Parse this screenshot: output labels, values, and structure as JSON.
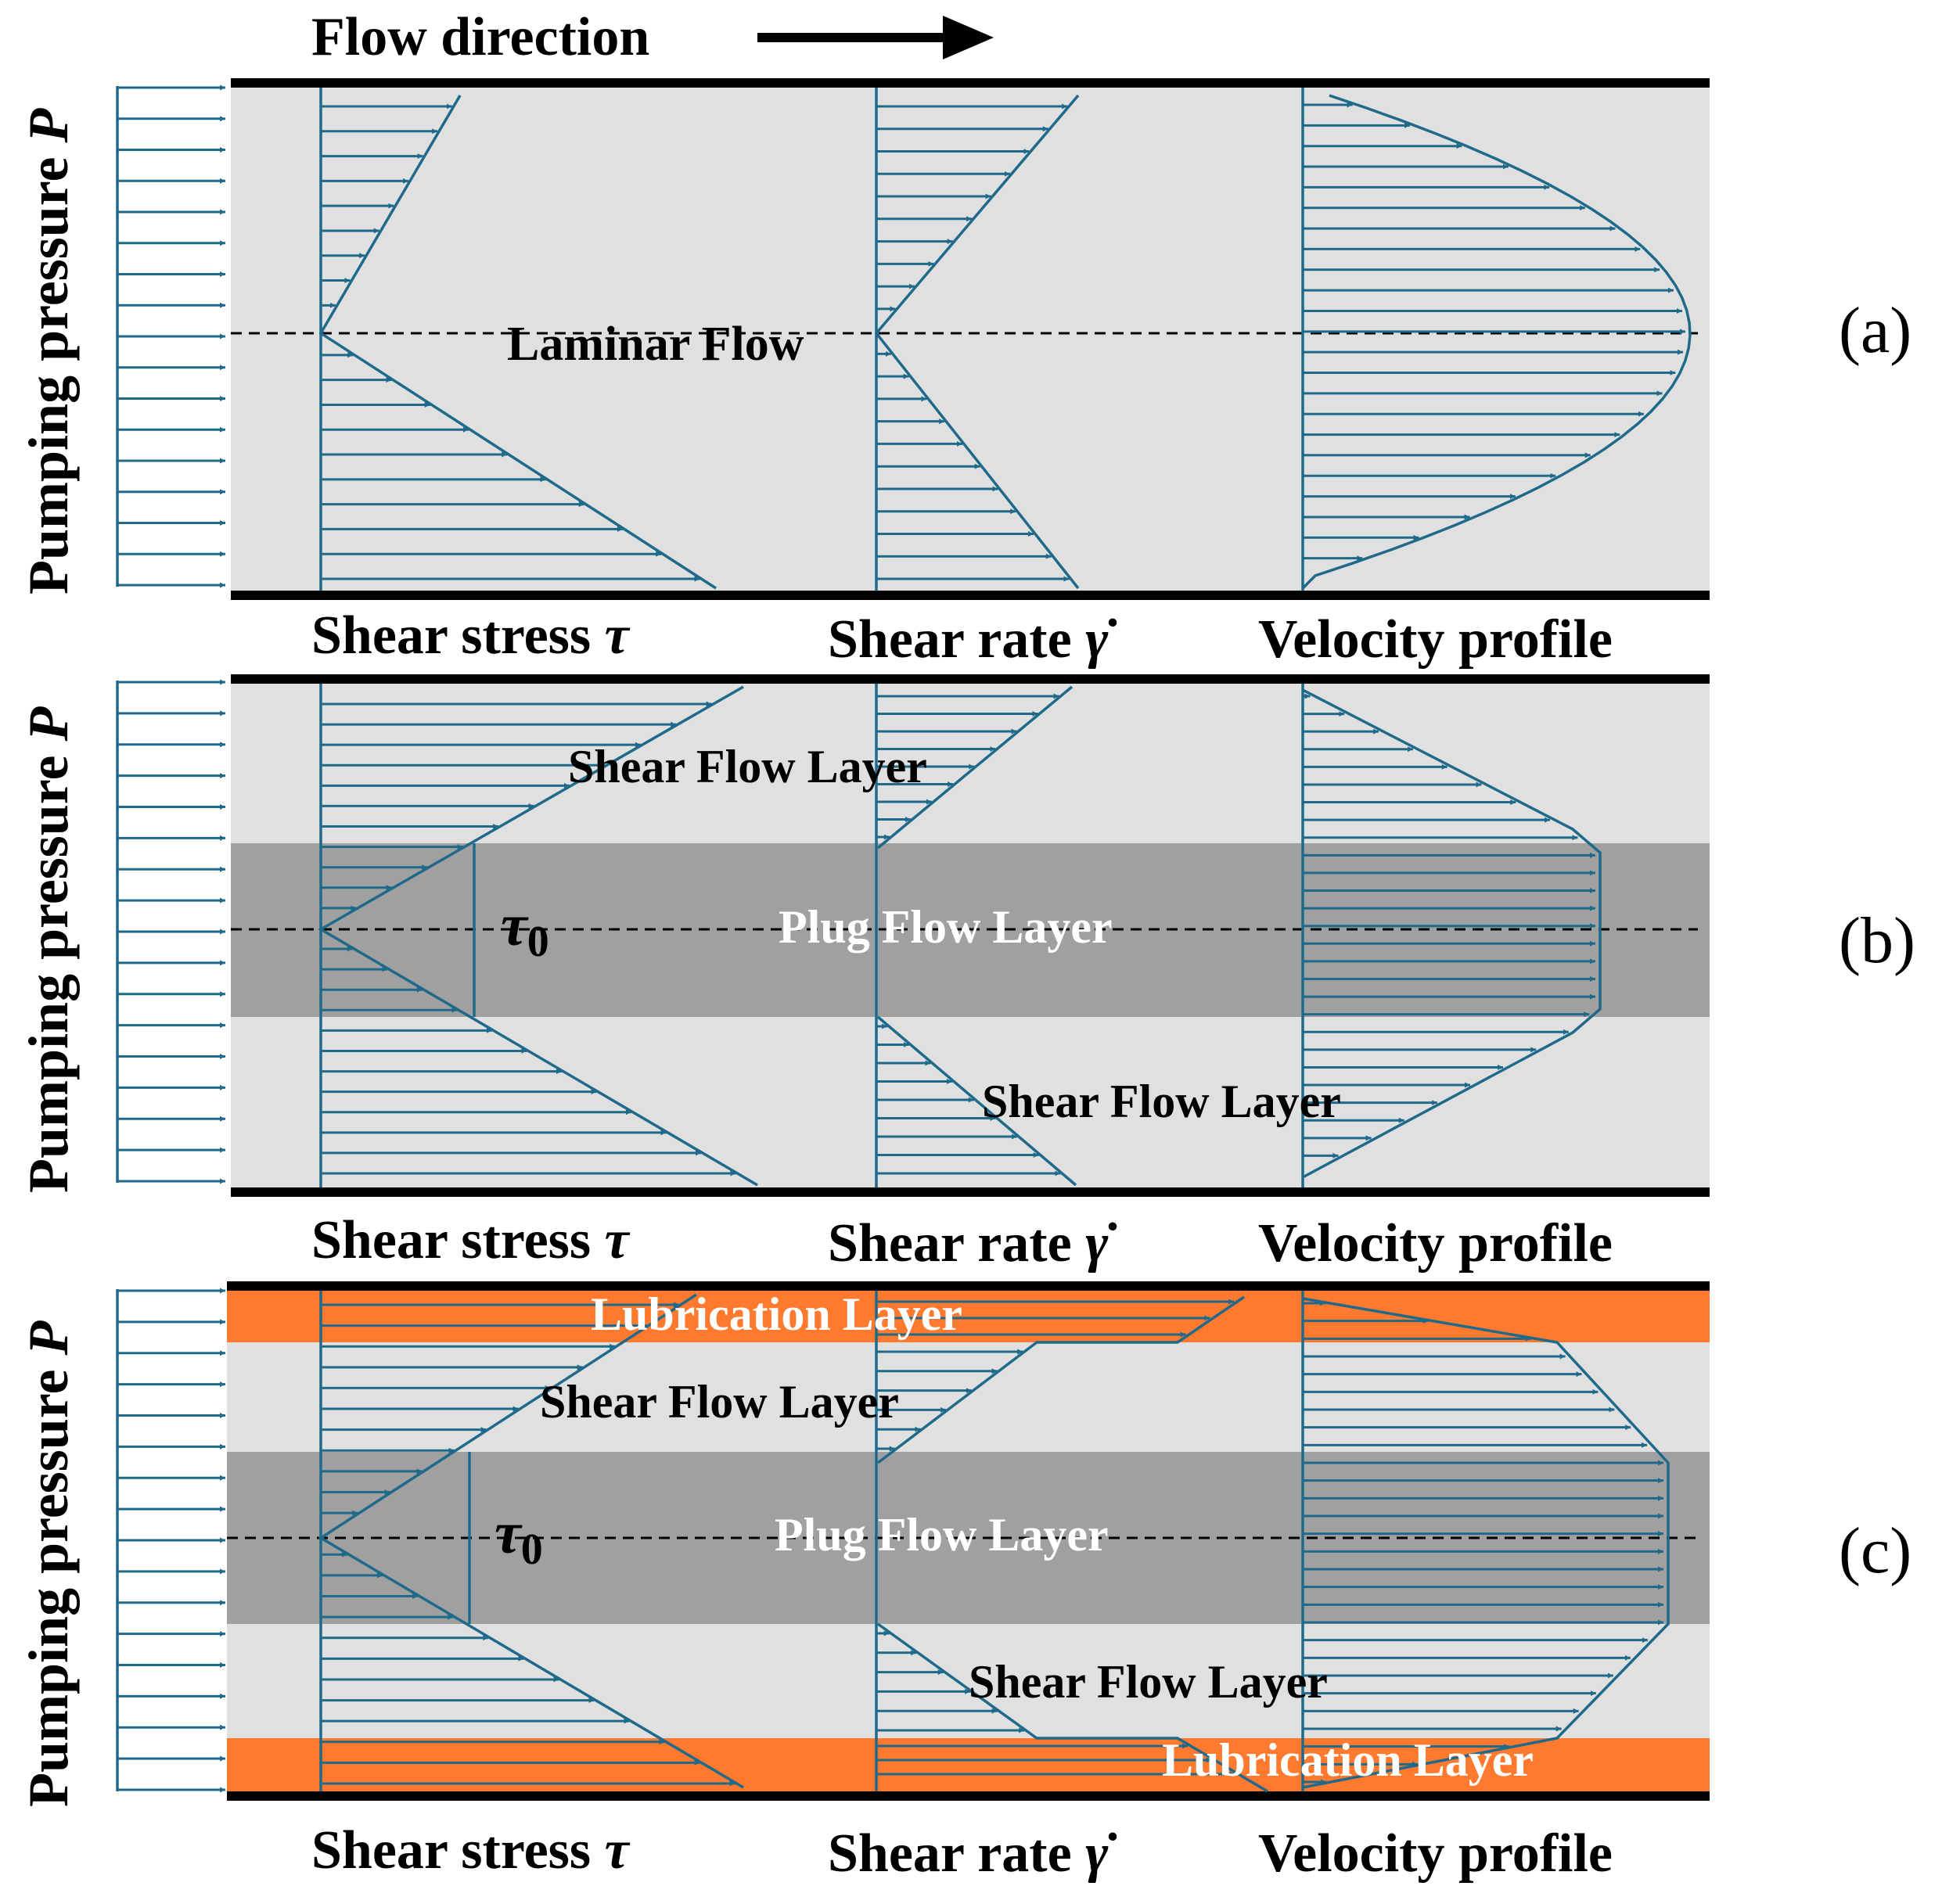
{
  "header": {
    "flow_direction": "Flow direction"
  },
  "colors": {
    "channel": "#e0e0e0",
    "plug": "#a0a0a0",
    "lubrication": "#ff7a2f",
    "profile": "#1f6a8a",
    "wall": "#000000"
  },
  "panels": [
    {
      "id": "a",
      "panel_label": "(a)",
      "pressure_label": "Pumping pressure",
      "pressure_symbol": "P",
      "axis_labels": {
        "shear_stress": "Shear stress",
        "shear_stress_symbol": "τ",
        "shear_rate": "Shear rate",
        "shear_rate_symbol": "γ̇",
        "velocity": "Velocity profile"
      },
      "layers": {
        "laminar": "Laminar Flow"
      }
    },
    {
      "id": "b",
      "panel_label": "(b)",
      "pressure_label": "Pumping pressure",
      "pressure_symbol": "P",
      "axis_labels": {
        "shear_stress": "Shear stress",
        "shear_stress_symbol": "τ",
        "shear_rate": "Shear rate",
        "shear_rate_symbol": "γ̇",
        "velocity": "Velocity profile"
      },
      "layers": {
        "shear_top": "Shear Flow Layer",
        "plug": "Plug Flow Layer",
        "shear_bottom": "Shear Flow Layer"
      },
      "yield_stress": "τ",
      "yield_stress_sub": "0"
    },
    {
      "id": "c",
      "panel_label": "(c)",
      "pressure_label": "Pumping pressure",
      "pressure_symbol": "P",
      "axis_labels": {
        "shear_stress": "Shear stress",
        "shear_stress_symbol": "τ",
        "shear_rate": "Shear rate",
        "shear_rate_symbol": "γ̇",
        "velocity": "Velocity profile"
      },
      "layers": {
        "lubrication_top": "Lubrication Layer",
        "shear_top": "Shear Flow Layer",
        "plug": "Plug Flow Layer",
        "shear_bottom": "Shear Flow Layer",
        "lubrication_bottom": "Lubrication Layer"
      },
      "yield_stress": "τ",
      "yield_stress_sub": "0"
    }
  ]
}
